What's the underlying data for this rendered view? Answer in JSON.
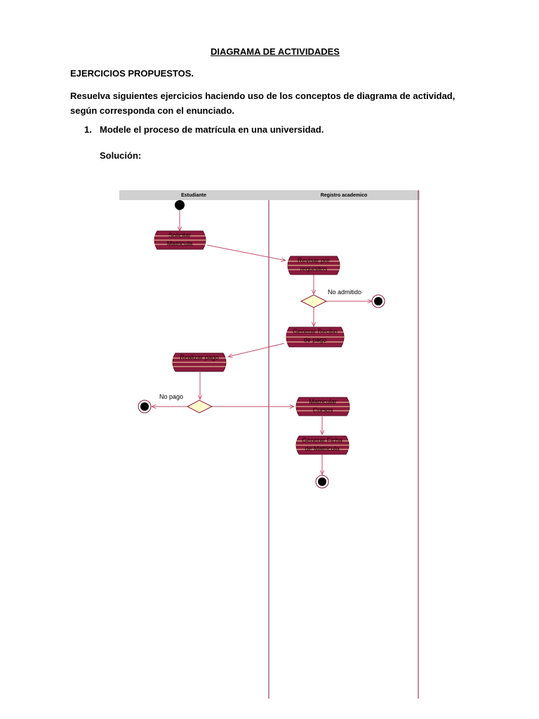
{
  "document": {
    "title": "DIAGRAMA DE ACTIVIDADES",
    "section_heading": "EJERCICIOS PROPUESTOS.",
    "instructions": "Resuelva siguientes ejercicios haciendo uso de los conceptos de diagrama de actividad, según corresponda con el enunciado.",
    "exercise_number": "1.",
    "exercise_text": "Modele el proceso de matrícula en una universidad.",
    "solution_label": "Solución:"
  },
  "diagram": {
    "colors": {
      "activity_fill": "#8b1a3c",
      "activity_stripe": "#f3d9a8",
      "flow": "#c24d6e",
      "lane_line": "#8b1a3c",
      "decision_fill": "#ffffcc",
      "header_fill": "#d0d0d0"
    },
    "lanes": [
      "Estudiante",
      "Registro academico"
    ],
    "activities": {
      "solicitar": [
        "Solicitar",
        "Matricula"
      ],
      "revisar": [
        "Revisar pre",
        "requisitos"
      ],
      "generar_recibo": [
        "Generar Recibo",
        "de pago"
      ],
      "realizar_pago": [
        "Realizar pago"
      ],
      "matricular": [
        "Matricular",
        "Cursos"
      ],
      "generar_ficha": [
        "Generar Ficha",
        "de Matricula"
      ]
    },
    "guards": {
      "no_admitido": "No admitido",
      "no_pago": "No pago"
    }
  }
}
